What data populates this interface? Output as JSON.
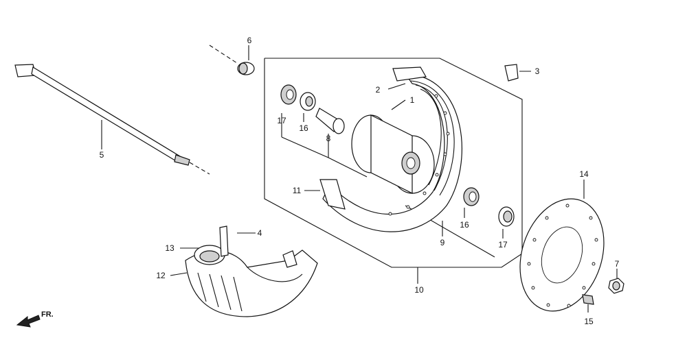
{
  "diagram": {
    "callouts": [
      {
        "id": "c1",
        "text": "1"
      },
      {
        "id": "c2",
        "text": "2"
      },
      {
        "id": "c3",
        "text": "3"
      },
      {
        "id": "c4",
        "text": "4"
      },
      {
        "id": "c5",
        "text": "5"
      },
      {
        "id": "c6",
        "text": "6"
      },
      {
        "id": "c7",
        "text": "7"
      },
      {
        "id": "c8",
        "text": "8"
      },
      {
        "id": "c9",
        "text": "9"
      },
      {
        "id": "c10",
        "text": "10"
      },
      {
        "id": "c11",
        "text": "11"
      },
      {
        "id": "c12",
        "text": "12"
      },
      {
        "id": "c13",
        "text": "13"
      },
      {
        "id": "c14",
        "text": "14"
      },
      {
        "id": "c15",
        "text": "15"
      },
      {
        "id": "c16a",
        "text": "16"
      },
      {
        "id": "c16b",
        "text": "16"
      },
      {
        "id": "c17a",
        "text": "17"
      },
      {
        "id": "c17b",
        "text": "17"
      }
    ],
    "direction_label": "FR."
  }
}
